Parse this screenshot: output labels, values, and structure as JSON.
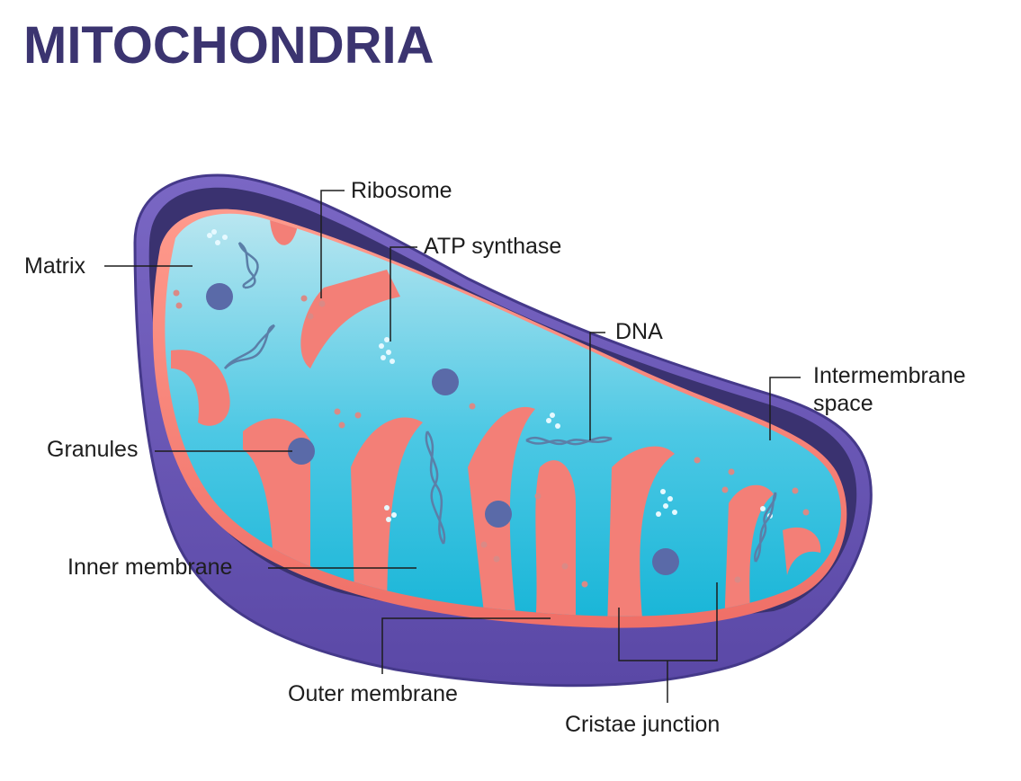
{
  "title": "MITOCHONDRIA",
  "labels": {
    "ribosome": "Ribosome",
    "atp_synthase": "ATP synthase",
    "matrix": "Matrix",
    "dna": "DNA",
    "intermembrane_line1": "Intermembrane",
    "intermembrane_line2": "space",
    "granules": "Granules",
    "inner_membrane": "Inner membrane",
    "outer_membrane": "Outer membrane",
    "cristae_junction": "Cristae junction"
  },
  "colors": {
    "title": "#3b3470",
    "outer_membrane": "#6a57b5",
    "outer_membrane_dark": "#45398a",
    "intermembrane_space": "#3a3270",
    "inner_membrane": "#f37f77",
    "inner_membrane_light": "#ffb3a6",
    "matrix": "#2cc0df",
    "matrix_light": "#b9e6f0",
    "granule": "#5a6aa8",
    "ribosome": "#d98a86",
    "atp_synthase": "#dff6ff",
    "dna": "#5b7fa8",
    "leader_line": "#1d1d1d"
  }
}
